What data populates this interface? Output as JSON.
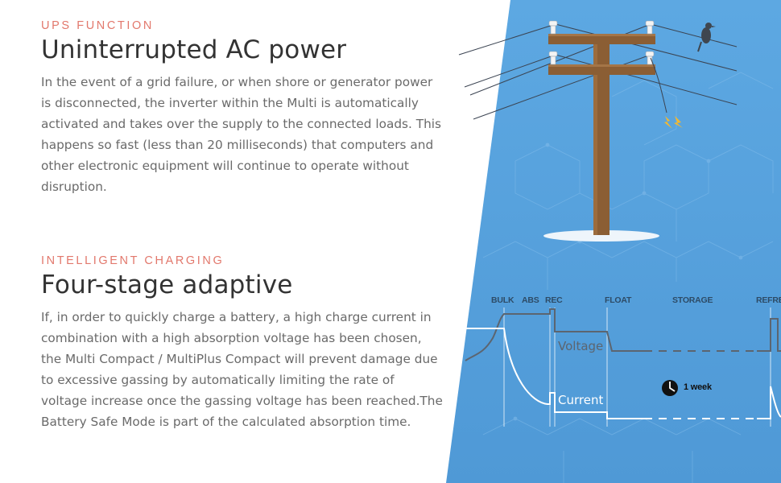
{
  "ups": {
    "eyebrow": "UPS FUNCTION",
    "title": "Uninterrupted AC power",
    "body": "In the event of a grid failure, or when shore or generator power is disconnected, the inverter within the Multi is automatically activated and takes over the supply to the connected loads. This happens so fast (less than 20 milliseconds) that computers and other electronic equipment will continue to operate without disruption."
  },
  "charging": {
    "eyebrow": "INTELLIGENT CHARGING",
    "title": "Four-stage adaptive",
    "body": "If, in order to quickly charge a battery, a high charge current in combination with a high absorption voltage has been chosen, the Multi Compact / MultiPlus Compact will prevent damage due to excessive gassing by automatically limiting the rate of voltage increase once the gassing voltage has been reached.The Battery Safe Mode is part of the calculated absorption time."
  },
  "chart": {
    "stages": [
      "BULK",
      "ABS",
      "REC",
      "FLOAT",
      "STORAGE",
      "REFRES"
    ],
    "voltage_label": "Voltage",
    "current_label": "Current",
    "storage_duration": "1 week"
  },
  "colors": {
    "accent": "#e2786c",
    "panel_blue": "#5aa5e0",
    "pole_brown": "#8b5e34",
    "spark_yellow": "#f5b82e"
  }
}
